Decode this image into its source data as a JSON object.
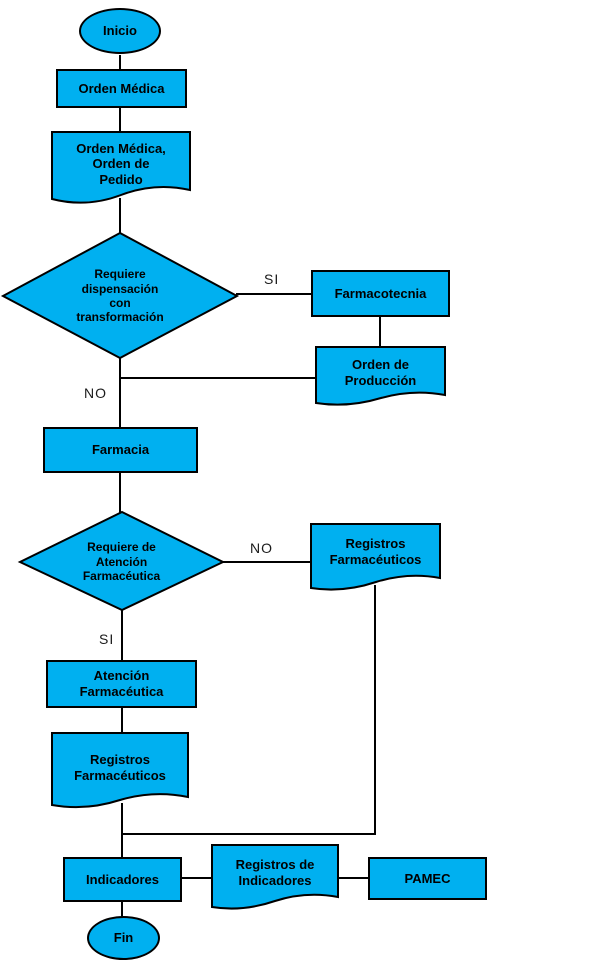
{
  "diagram": {
    "type": "flowchart",
    "language": "es",
    "colors": {
      "shape_fill": "#00B0F0",
      "shape_border": "#000000",
      "text": "#000000",
      "background": "#FFFFFF",
      "connector": "#000000"
    },
    "nodes": {
      "inicio": {
        "type": "terminator",
        "label": "Inicio"
      },
      "orden_medica": {
        "type": "process",
        "label": "Orden Médica"
      },
      "orden_medica_pedido": {
        "type": "document",
        "label": "Orden Médica,\nOrden de\nPedido"
      },
      "decision_dispensacion": {
        "type": "decision",
        "label": "Requiere\ndispensación\ncon\ntransformación"
      },
      "farmacotecnia": {
        "type": "process",
        "label": "Farmacotecnia"
      },
      "orden_produccion": {
        "type": "document",
        "label": "Orden de\nProducción"
      },
      "farmacia": {
        "type": "process",
        "label": "Farmacia"
      },
      "decision_atencion": {
        "type": "decision",
        "label": "Requiere de\nAtención\nFarmacéutica"
      },
      "registros_farmaceuticos_derecha": {
        "type": "document",
        "label": "Registros\nFarmacéuticos"
      },
      "atencion_farmaceutica": {
        "type": "process",
        "label": "Atención\nFarmacéutica"
      },
      "registros_farmaceuticos_izquierda": {
        "type": "document",
        "label": "Registros\nFarmacéuticos"
      },
      "indicadores": {
        "type": "process",
        "label": "Indicadores"
      },
      "registros_indicadores": {
        "type": "document",
        "label": "Registros de\nIndicadores"
      },
      "pamec": {
        "type": "process",
        "label": "PAMEC"
      },
      "fin": {
        "type": "terminator",
        "label": "Fin"
      }
    },
    "edge_labels": {
      "dispensacion_si": "SI",
      "dispensacion_no": "NO",
      "atencion_no": "NO",
      "atencion_si": "SI"
    }
  }
}
